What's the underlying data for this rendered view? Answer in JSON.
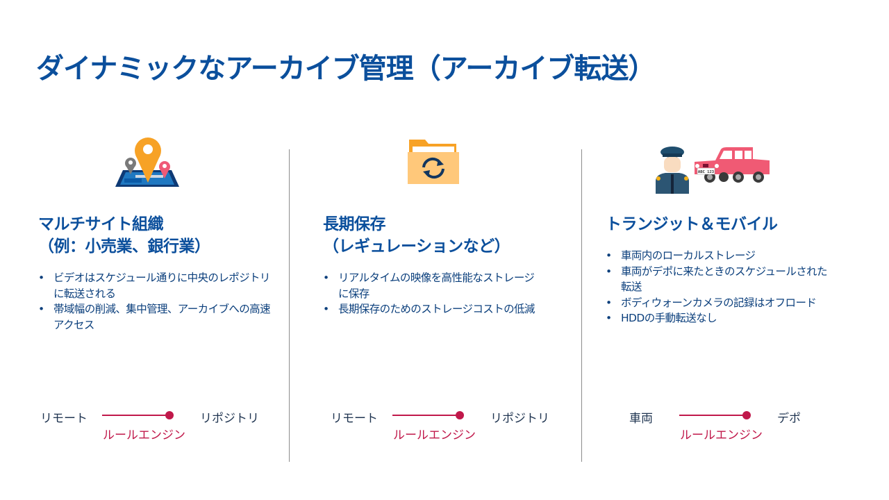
{
  "title": "ダイナミックなアーカイブ管理（アーカイブ転送）",
  "colors": {
    "title": "#0b4f9c",
    "accent": "#c0184a",
    "text": "#0b3f7c"
  },
  "columns": [
    {
      "icon": "map-pins-icon",
      "heading_lines": [
        "マルチサイト組織",
        "（例：小売業、銀行業）"
      ],
      "bullets": [
        "ビデオはスケジュール通りに中央のレポジトリに転送される",
        "帯域幅の削減、集中管理、アーカイブへの高速アクセス"
      ],
      "flow": {
        "left": "リモート",
        "right": "リポジトリ",
        "engine": "ルールエンジン"
      }
    },
    {
      "icon": "folder-sync-icon",
      "heading_lines": [
        "長期保存",
        "（レギュレーションなど）"
      ],
      "bullets": [
        "リアルタイムの映像を高性能なストレージに保存",
        "長期保存のためのストレージコストの低減"
      ],
      "flow": {
        "left": "リモート",
        "right": "リポジトリ",
        "engine": "ルールエンジン"
      }
    },
    {
      "icon": "police-car-icon",
      "plate": "ABC 123",
      "heading_lines": [
        "トランジット＆モバイル"
      ],
      "bullets": [
        "車両内のローカルストレージ",
        "車両がデポに来たときのスケジュールされた転送",
        "ボディウォーンカメラの記録はオフロード",
        "HDDの手動転送なし"
      ],
      "flow": {
        "left": "車両",
        "right": "デポ",
        "engine": "ルールエンジン"
      }
    }
  ]
}
